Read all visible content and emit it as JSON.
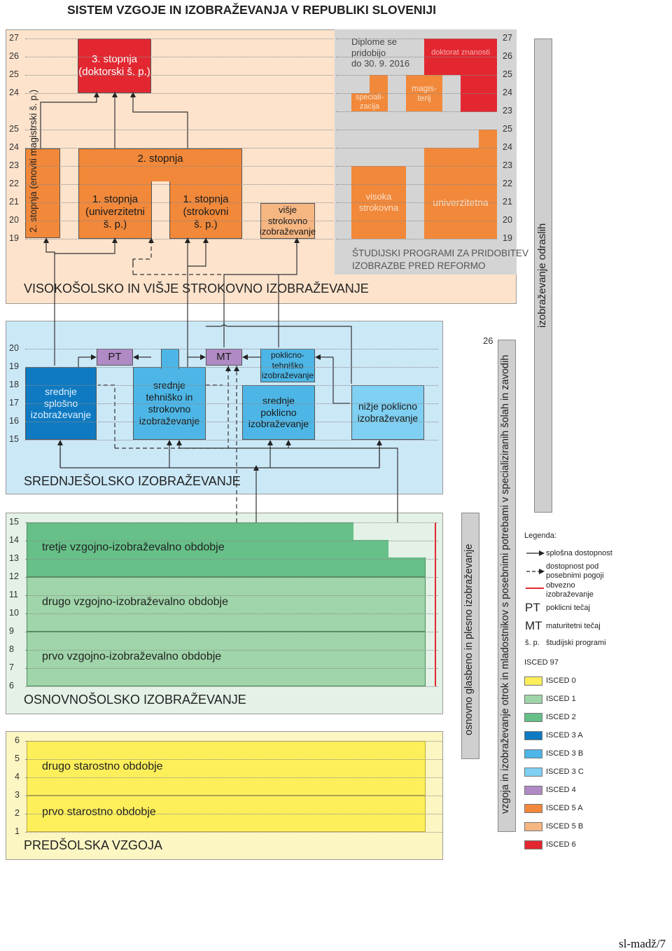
{
  "title": "SISTEM VZGOJE IN IZOBRAŽEVANJA V REPUBLIKI SLOVENIJI",
  "colors": {
    "higher_bg": "#fde3cc",
    "pre_reform_bg": "#d4d4d4",
    "secondary_bg": "#cbe8f7",
    "basic_bg": "#e3f1e6",
    "preschool_bg": "#fbf6c2",
    "isced0": "#fdef5a",
    "isced1": "#9fd5a9",
    "isced2": "#66c088",
    "isced3a": "#0f7ac1",
    "isced3b": "#4db6e6",
    "isced3c": "#7fd0f2",
    "isced4": "#b08ac4",
    "isced5a": "#f1883a",
    "isced5b": "#f6b682",
    "isced6": "#e32730",
    "gray_bar": "#cfcfcf"
  },
  "sections": {
    "higher": "VISOKOŠOLSKO IN VIŠJE STROKOVNO IZOBRAŽEVANJE",
    "secondary": "SREDNJEŠOLSKO IZOBRAŽEVANJE",
    "basic": "OSNOVNOŠOLSKO IZOBRAŽEVANJE",
    "preschool": "PREDŠOLSKA VZGOJA"
  },
  "higher": {
    "doctoral": "3. stopnja\n(doktorski š. p.)",
    "second_cycle": "2. stopnja\n(magistrski š. p.)",
    "first_univ": "1. stopnja\n(univerzitetni\nš. p.)",
    "first_prof": "1. stopnja\n(strokovni\nš. p.)",
    "vertical_master": "2. stopnja (enoviti\nmagistrski š. p.)",
    "short_vocational": "višje\nstrokovno\nizobraževanje",
    "ages_left": [
      "27",
      "26",
      "25",
      "24",
      "25",
      "24",
      "23",
      "22",
      "21",
      "20",
      "19"
    ]
  },
  "pre_reform": {
    "note": "Diplome se\npridobijo\ndo 30. 9. 2016",
    "doktorat": "doktorat znanosti",
    "specializacija": "speciali-\nzacija",
    "magisterij": "magis-\nterij",
    "visoka": "visoka\nstrokovna",
    "univerzitetna": "univerzitetna",
    "caption": "ŠTUDIJSKI PROGRAMI ZA PRIDOBITEV\nIZOBRAZBE PRED REFORMO",
    "ages": [
      "27",
      "26",
      "25",
      "24",
      "23",
      "25",
      "24",
      "23",
      "22",
      "21",
      "20",
      "19"
    ]
  },
  "secondary": {
    "general": "srednje\nsplošno\nizobraževanje",
    "technical": "srednje\ntehniško in\nstrokovno\nizobraževanje",
    "vocational": "srednje\npoklicno\nizobraževanje",
    "vocational_technical": "poklicno-\ntehniško\nizobraževanje",
    "lower_vocational": "nižje poklicno\nizobraževanje",
    "pt": "PT",
    "mt": "MT",
    "ages": [
      "20",
      "19",
      "18",
      "17",
      "16",
      "15"
    ]
  },
  "basic": {
    "third": "tretje vzgojno-izobraževalno obdobje",
    "second": "drugo vzgojno-izobraževalno obdobje",
    "first": "prvo vzgojno-izobraževalno obdobje",
    "ages": [
      "15",
      "14",
      "13",
      "12",
      "11",
      "10",
      "9",
      "8",
      "7",
      "6"
    ]
  },
  "preschool": {
    "second": "drugo starostno obdobje",
    "first": "prvo starostno obdobje",
    "ages": [
      "6",
      "5",
      "4",
      "3",
      "2",
      "1"
    ]
  },
  "vertical": {
    "adult": "izobraževanje odraslih",
    "special": "vzgoja in izobraževanje otrok in mladostnikov s posebnimi potrebami v specializiranih šolah in zavodih",
    "special_age": "26",
    "music": "osnovno glasbeno in plesno izobraževanje"
  },
  "legend": {
    "title": "Legenda:",
    "general_access": "splošna dostopnost",
    "special_access": "dostopnost pod\nposebnimi pogoji",
    "compulsory": "obvezno\nizobraževanje",
    "pt_abbr": "PT",
    "pt_text": "poklicni tečaj",
    "mt_abbr": "MT",
    "mt_text": "maturitetni tečaj",
    "sp_abbr": "š. p.",
    "sp_text": "študijski programi",
    "isced_title": "ISCED 97",
    "isced": [
      "ISCED 0",
      "ISCED 1",
      "ISCED 2",
      "ISCED 3 A",
      "ISCED 3 B",
      "ISCED 3 C",
      "ISCED 4",
      "ISCED 5 A",
      "ISCED 5 B",
      "ISCED 6"
    ]
  },
  "footer": "sl-madž/7"
}
